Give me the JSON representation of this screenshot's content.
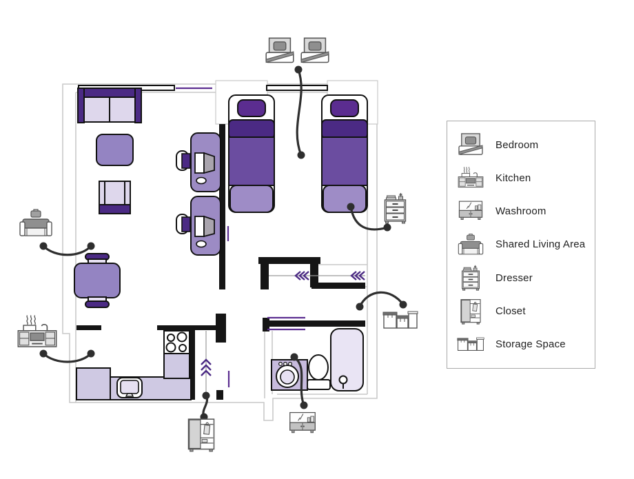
{
  "title": "Apartment floor plan with furniture legend",
  "legend": {
    "items": [
      {
        "id": "bedroom",
        "label": "Bedroom"
      },
      {
        "id": "kitchen",
        "label": "Kitchen"
      },
      {
        "id": "washroom",
        "label": "Washroom"
      },
      {
        "id": "shared-living-area",
        "label": "Shared Living Area"
      },
      {
        "id": "dresser",
        "label": "Dresser"
      },
      {
        "id": "closet",
        "label": "Closet"
      },
      {
        "id": "storage-space",
        "label": "Storage Space"
      }
    ]
  },
  "colors": {
    "exterior_wall": "#c9c9c9",
    "interior_wall": "#151515",
    "purple_dark": "#4b2a84",
    "purple_pillow": "#5b2d90",
    "purple_mid": "#6b4da0",
    "purple_light": "#9e8cc6",
    "purple_desk": "#9c8bc4",
    "purple_table": "#9484c2",
    "lavender_pale": "#ded7ec",
    "lavender_counter": "#cfc9e3",
    "lavender_tub": "#e9e4f4",
    "washer_fill": "#c7bbdd",
    "door_marker": "#5b2d90",
    "callout_line": "#2e2e2e",
    "icon_gray": "#555555"
  },
  "floorplan": {
    "annotations": [
      {
        "icon": "bedroom",
        "target": "twin-beds"
      },
      {
        "icon": "dresser",
        "target": "bed-foot"
      },
      {
        "icon": "shared-living-area",
        "target": "living-room"
      },
      {
        "icon": "kitchen",
        "target": "kitchen-counter"
      },
      {
        "icon": "closet",
        "target": "closet-nook"
      },
      {
        "icon": "washroom",
        "target": "bathroom"
      },
      {
        "icon": "storage-space",
        "target": "hallway"
      }
    ]
  }
}
